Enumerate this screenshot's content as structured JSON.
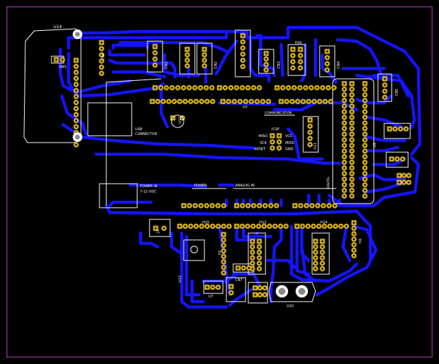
{
  "board": {
    "colors": {
      "background": "#000000",
      "outline": "#c043c0",
      "copper": "#1414ff",
      "silkscreen": "#ffffff",
      "pad": "#c9a227",
      "pad_outline": "#f0d000",
      "drill": "#000000"
    }
  },
  "labels": {
    "u14": "U14",
    "usb1": "USB",
    "usb2": "CONNECTOR",
    "pwr1": "POWER IN",
    "pwr2": "7-12 VDC",
    "power": "POWER",
    "analog_in": "ANALOG IN",
    "communication": "COMMUNICATION",
    "icsp": "ICSP",
    "miso": "MISO",
    "sck": "SCK",
    "reset": "RESET",
    "vcc": "VCC",
    "mosi": "MOSI",
    "gnd": "GND",
    "digital": "DIGITAL",
    "h7": "H7",
    "h13": "H13",
    "h14": "H14",
    "h15": "H15",
    "h16": "H16",
    "h4": "H4",
    "h2": "H2",
    "u12": "U12",
    "u10": "U10",
    "u11": "U11",
    "u13": "U13",
    "u5": "U5",
    "j1": "J1",
    "cn1": "CN1",
    "cn2": "CN2",
    "cn3": "CN3",
    "cn4": "CN4",
    "cn5": "CN5",
    "cn6": "CN6",
    "cn7": "CN7",
    "sw1": "SW1",
    "u7": "U7"
  }
}
